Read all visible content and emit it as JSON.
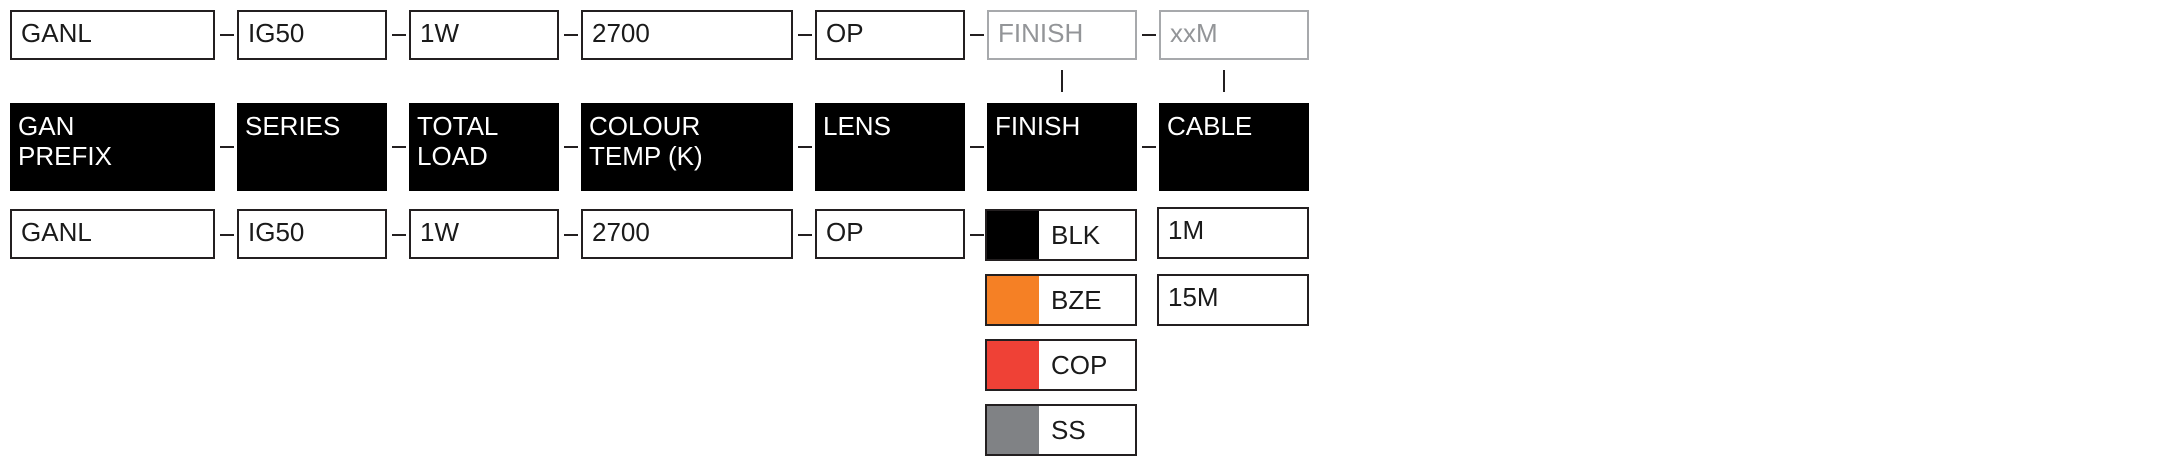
{
  "example_row": [
    {
      "value": "GANL",
      "placeholder": false
    },
    {
      "value": "IG50",
      "placeholder": false
    },
    {
      "value": "1W",
      "placeholder": false
    },
    {
      "value": "2700",
      "placeholder": false
    },
    {
      "value": "OP",
      "placeholder": false
    },
    {
      "value": "FINISH",
      "placeholder": true
    },
    {
      "value": "xxM",
      "placeholder": true
    }
  ],
  "headers": [
    "GAN\nPREFIX",
    "SERIES",
    "TOTAL\nLOAD",
    "COLOUR\nTEMP (K)",
    "LENS",
    "FINISH",
    "CABLE"
  ],
  "options_row": [
    "GANL",
    "IG50",
    "1W",
    "2700",
    "OP"
  ],
  "finish_options": [
    {
      "label": "BLK",
      "color": "#000000"
    },
    {
      "label": "BZE",
      "color": "#f58025"
    },
    {
      "label": "COP",
      "color": "#ef4136"
    },
    {
      "label": "SS",
      "color": "#808285"
    }
  ],
  "cable_options": [
    "1M",
    "15M"
  ],
  "colors": {
    "header_bg": "#000000",
    "border": "#231f20",
    "placeholder_border": "#a7a9ac",
    "placeholder_text": "#939598"
  }
}
